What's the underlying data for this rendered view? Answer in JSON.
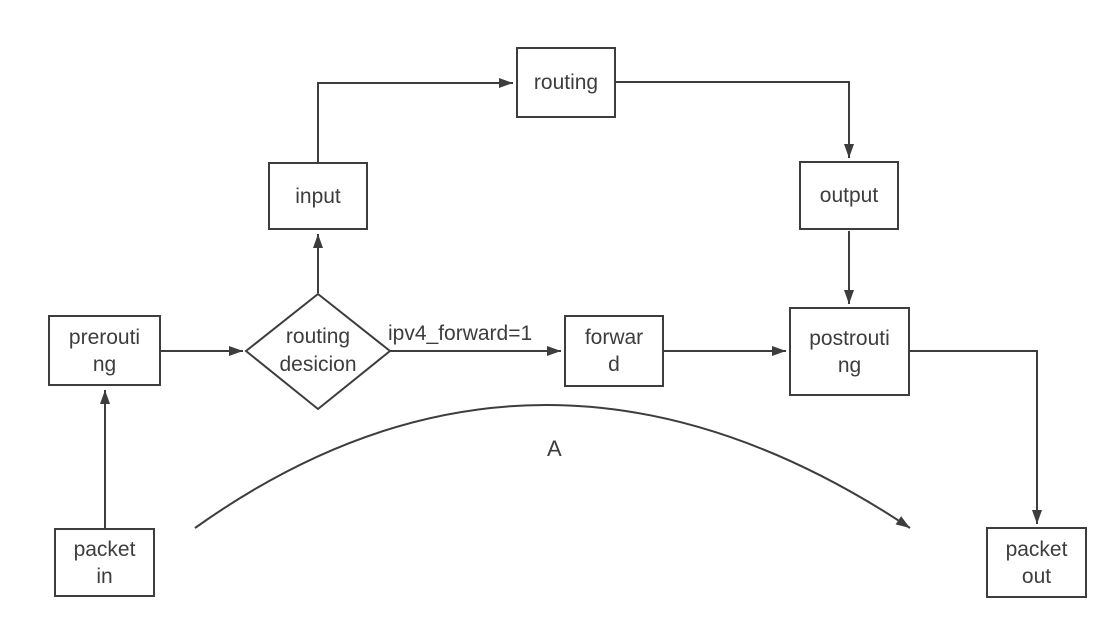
{
  "diagram": {
    "colors": {
      "stroke": "#3d3d3d",
      "text": "#3d3d3d",
      "node_fill": "#ffffff",
      "background": "#ffffff"
    },
    "nodes": {
      "packet_in": {
        "label": "packet\nin"
      },
      "prerouting": {
        "label": "prerouti\nng"
      },
      "routing_decision": {
        "label": "routing\ndesicion"
      },
      "input": {
        "label": "input"
      },
      "routing": {
        "label": "routing"
      },
      "output": {
        "label": "output"
      },
      "forward": {
        "label": "forwar\nd"
      },
      "postrouting": {
        "label": "postrouti\nng"
      },
      "packet_out": {
        "label": "packet\nout"
      }
    },
    "edge_labels": {
      "forward_condition": "ipv4_forward=1",
      "bypass": "A"
    },
    "edges": [
      {
        "from": "packet_in",
        "to": "prerouting"
      },
      {
        "from": "prerouting",
        "to": "routing_decision"
      },
      {
        "from": "routing_decision",
        "to": "input"
      },
      {
        "from": "input",
        "to": "routing"
      },
      {
        "from": "routing",
        "to": "output"
      },
      {
        "from": "output",
        "to": "postrouting"
      },
      {
        "from": "routing_decision",
        "to": "forward",
        "label": "ipv4_forward=1"
      },
      {
        "from": "forward",
        "to": "postrouting"
      },
      {
        "from": "postrouting",
        "to": "packet_out"
      },
      {
        "from": "packet_in_area",
        "to": "packet_out_area",
        "label": "A",
        "style": "curved"
      }
    ]
  }
}
